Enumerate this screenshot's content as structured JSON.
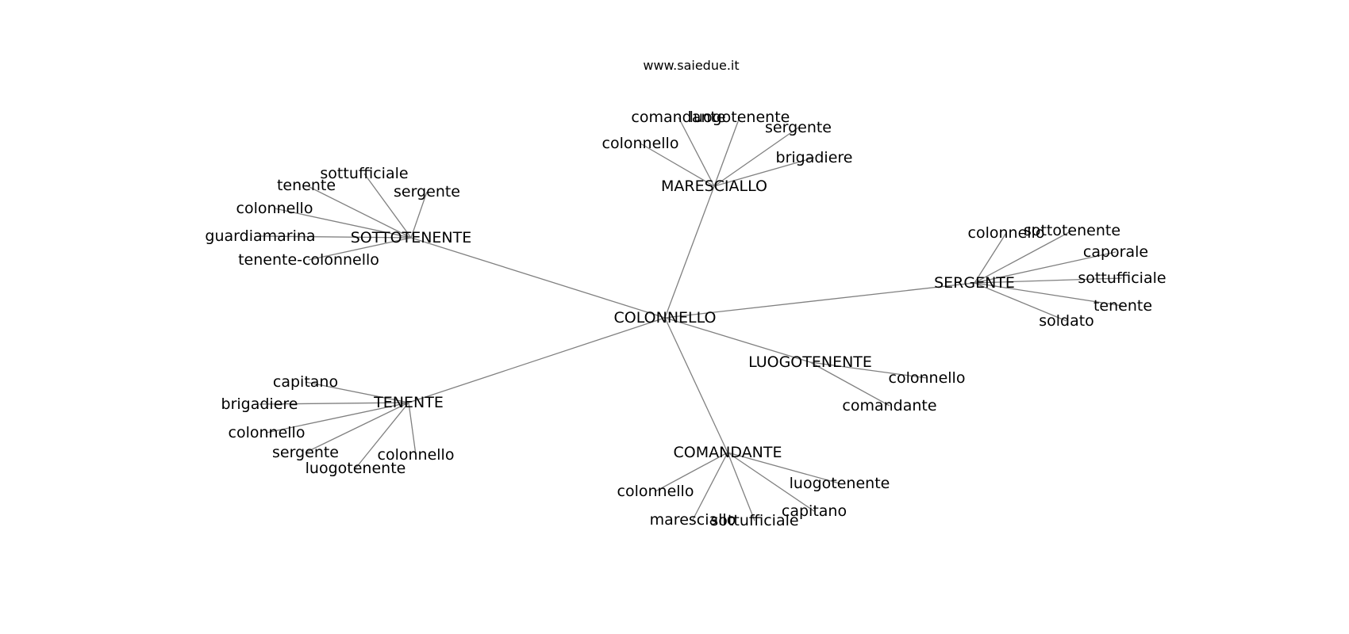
{
  "watermark": "www.saiedue.it",
  "edge_color": "#808080",
  "center": "COLONNELLO",
  "hubs": [
    {
      "name": "MARESCIALLO",
      "leaves": [
        "comandante",
        "luogotenente",
        "sergente",
        "colonnello",
        "brigadiere"
      ]
    },
    {
      "name": "SOTTOTENENTE",
      "leaves": [
        "sottufficiale",
        "tenente",
        "sergente",
        "colonnello",
        "guardiamarina",
        "tenente-colonnello"
      ]
    },
    {
      "name": "SERGENTE",
      "leaves": [
        "colonnello",
        "sottotenente",
        "caporale",
        "sottufficiale",
        "tenente",
        "soldato"
      ]
    },
    {
      "name": "LUOGOTENENTE",
      "leaves": [
        "colonnello",
        "comandante"
      ]
    },
    {
      "name": "TENENTE",
      "leaves": [
        "capitano",
        "brigadiere",
        "colonnello",
        "sergente",
        "luogotenente",
        "colonnello"
      ]
    },
    {
      "name": "COMANDANTE",
      "leaves": [
        "luogotenente",
        "colonnello",
        "capitano",
        "maresciallo",
        "sottufficiale"
      ]
    }
  ]
}
